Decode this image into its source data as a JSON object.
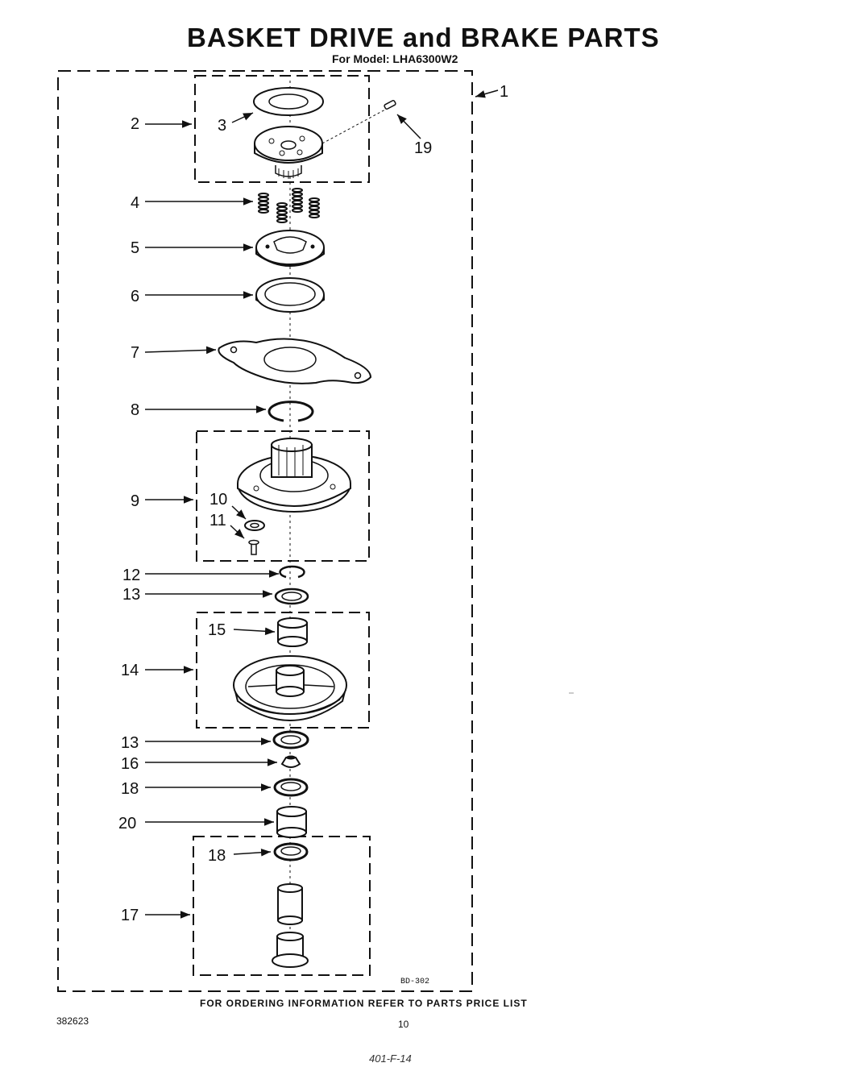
{
  "title": "BASKET DRIVE and BRAKE PARTS",
  "model_line": "For Model: LHA6300W2",
  "figure_code": "BD-302",
  "footer_note": "FOR ORDERING INFORMATION REFER TO PARTS PRICE LIST",
  "doc_number": "382623",
  "page_number": "10",
  "handwritten_note": "401-F-14",
  "callouts": [
    "1",
    "2",
    "3",
    "19",
    "4",
    "5",
    "6",
    "7",
    "8",
    "9",
    "10",
    "11",
    "12",
    "13",
    "15",
    "14",
    "13",
    "16",
    "18",
    "20",
    "18",
    "17"
  ]
}
